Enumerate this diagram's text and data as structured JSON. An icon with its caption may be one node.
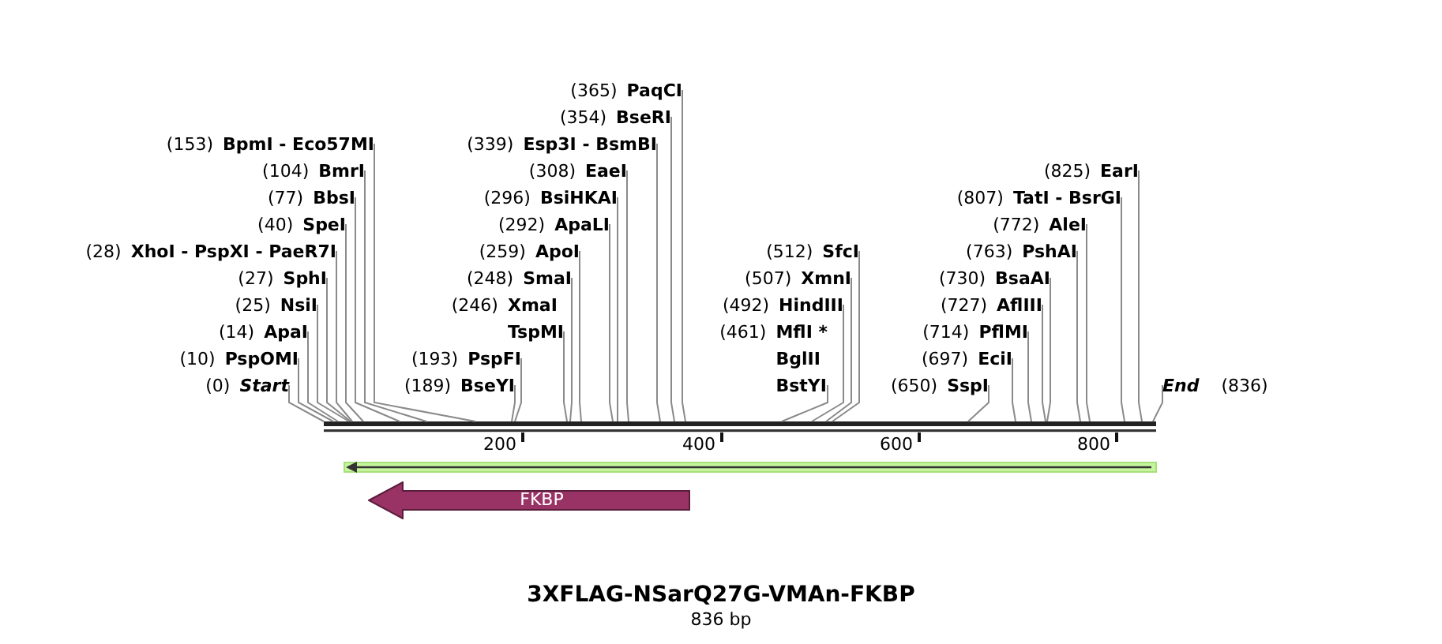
{
  "diagram": {
    "title": "3XFLAG-NSarQ27G-VMAn-FKBP",
    "caption": "836 bp",
    "nodes": [
      {
        "text": [
          "(0)",
          "Start"
        ]
      },
      {
        "text": [
          "(10)",
          "PspOMI"
        ]
      },
      {
        "text": [
          "(14)",
          "ApaI"
        ]
      },
      {
        "text": [
          "(25)",
          "NsiI"
        ]
      },
      {
        "text": [
          "(27)",
          "SphI"
        ]
      },
      {
        "text": [
          "(28)",
          "XhoI - PspXI - PaeR7I"
        ]
      },
      {
        "text": [
          "(40)",
          "SpeI"
        ]
      },
      {
        "text": [
          "(77)",
          "BbsI"
        ]
      },
      {
        "text": [
          "(104)",
          "BmrI"
        ]
      },
      {
        "text": [
          "(153)",
          "BpmI - Eco57MI"
        ]
      },
      {
        "text": [
          "(189)",
          "BseYI"
        ]
      },
      {
        "text": [
          "(193)",
          "PspFI"
        ]
      },
      {
        "text": [
          "(246)",
          "XmaI",
          "TspMI"
        ]
      },
      {
        "text": [
          "(248)",
          "SmaI"
        ]
      },
      {
        "text": [
          "(259)",
          "ApoI"
        ]
      },
      {
        "text": [
          "(292)",
          "ApaLI"
        ]
      },
      {
        "text": [
          "(296)",
          "BsiHKAI"
        ]
      },
      {
        "text": [
          "(308)",
          "EaeI"
        ]
      },
      {
        "text": [
          "(339)",
          "Esp3I - BsmBI"
        ]
      },
      {
        "text": [
          "(354)",
          "BseRI"
        ]
      },
      {
        "text": [
          "(365)",
          "PaqCI"
        ]
      },
      {
        "text": [
          "(461)",
          "MflI *",
          "BglII",
          "BstYI"
        ]
      },
      {
        "text": [
          "(492)",
          "HindIII"
        ]
      },
      {
        "text": [
          "(507)",
          "XmnI"
        ]
      },
      {
        "text": [
          "(512)",
          "SfcI"
        ]
      },
      {
        "text": [
          "(650)",
          "SspI"
        ]
      },
      {
        "text": [
          "(697)",
          "EciI"
        ]
      },
      {
        "text": [
          "(714)",
          "PflMI"
        ]
      },
      {
        "text": [
          "(727)",
          "AflIII"
        ]
      },
      {
        "text": [
          "(730)",
          "BsaAI"
        ]
      },
      {
        "text": [
          "(763)",
          "PshAI"
        ]
      },
      {
        "text": [
          "(772)",
          "AleI"
        ]
      },
      {
        "text": [
          "(807)",
          "TatI - BsrGI"
        ]
      },
      {
        "text": [
          "(825)",
          "EarI"
        ]
      },
      {
        "text": [
          "End",
          "(836)"
        ]
      },
      {
        "text": [],
        "shape": "bar"
      },
      {
        "text": [],
        "shape": "arrow"
      },
      {
        "text": [
          "FKBP"
        ]
      }
    ],
    "edges": [
      {
        "from": 0,
        "to": 35,
        "arrow": "none"
      },
      {
        "from": 1,
        "to": 35,
        "arrow": "none"
      },
      {
        "from": 2,
        "to": 35,
        "arrow": "none"
      },
      {
        "from": 3,
        "to": 35,
        "arrow": "none"
      },
      {
        "from": 4,
        "to": 35,
        "arrow": "none"
      },
      {
        "from": 5,
        "to": 35,
        "arrow": "none"
      },
      {
        "from": 6,
        "to": 35,
        "arrow": "none"
      },
      {
        "from": 7,
        "to": 35,
        "arrow": "none"
      },
      {
        "from": 8,
        "to": 35,
        "arrow": "none"
      },
      {
        "from": 9,
        "to": 35,
        "arrow": "none"
      },
      {
        "from": 10,
        "to": 35,
        "arrow": "none"
      },
      {
        "from": 11,
        "to": 35,
        "arrow": "none"
      },
      {
        "from": 12,
        "to": 35,
        "arrow": "none"
      },
      {
        "from": 13,
        "to": 35,
        "arrow": "none"
      },
      {
        "from": 14,
        "to": 35,
        "arrow": "none"
      },
      {
        "from": 15,
        "to": 35,
        "arrow": "none"
      },
      {
        "from": 16,
        "to": 35,
        "arrow": "none"
      },
      {
        "from": 17,
        "to": 35,
        "arrow": "none"
      },
      {
        "from": 18,
        "to": 35,
        "arrow": "none"
      },
      {
        "from": 19,
        "to": 35,
        "arrow": "none"
      },
      {
        "from": 20,
        "to": 35,
        "arrow": "none"
      },
      {
        "from": 21,
        "to": 35,
        "arrow": "none"
      },
      {
        "from": 22,
        "to": 35,
        "arrow": "none"
      },
      {
        "from": 23,
        "to": 35,
        "arrow": "none"
      },
      {
        "from": 24,
        "to": 35,
        "arrow": "none"
      },
      {
        "from": 25,
        "to": 35,
        "arrow": "none"
      },
      {
        "from": 26,
        "to": 35,
        "arrow": "none"
      },
      {
        "from": 27,
        "to": 35,
        "arrow": "none"
      },
      {
        "from": 28,
        "to": 35,
        "arrow": "none"
      },
      {
        "from": 29,
        "to": 35,
        "arrow": "none"
      },
      {
        "from": 30,
        "to": 35,
        "arrow": "none"
      },
      {
        "from": 31,
        "to": 35,
        "arrow": "none"
      },
      {
        "from": 32,
        "to": 35,
        "arrow": "none"
      },
      {
        "from": 33,
        "to": 35,
        "arrow": "none"
      },
      {
        "from": 34,
        "to": 35,
        "arrow": "none"
      }
    ],
    "labels": [
      "200",
      "400",
      "600",
      "800"
    ]
  }
}
